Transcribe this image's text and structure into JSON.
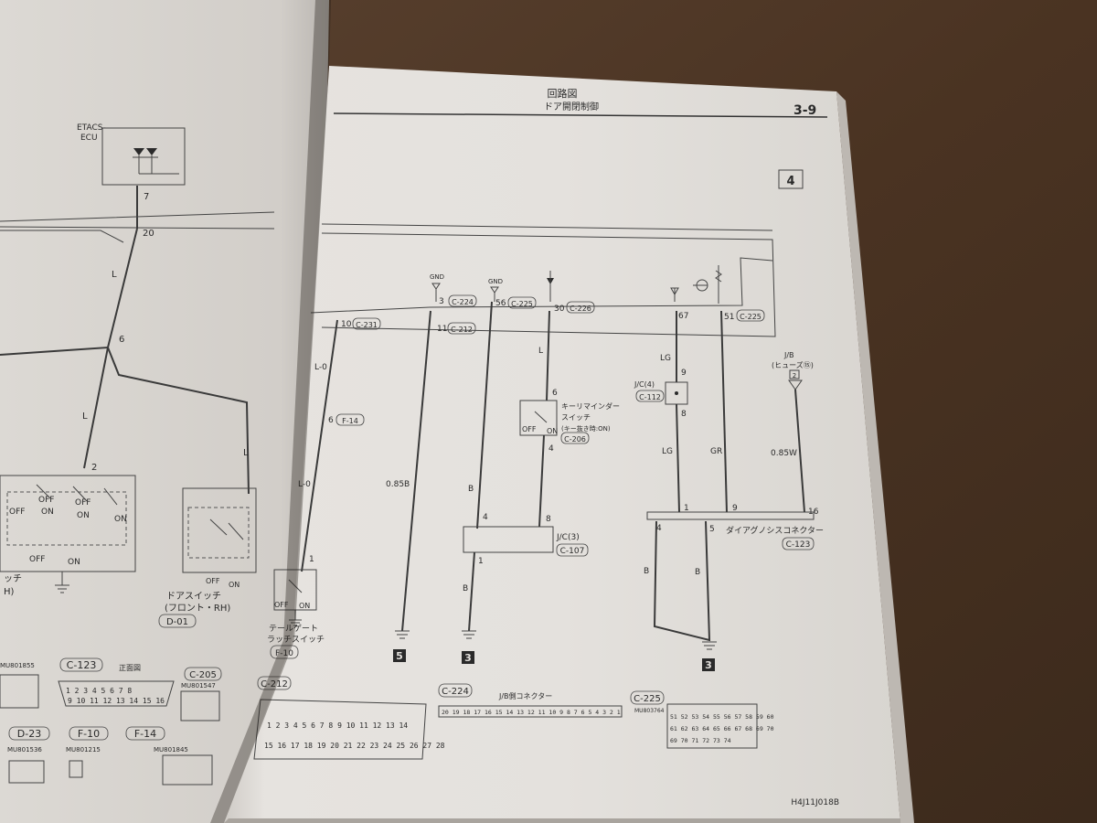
{
  "header": {
    "title": "回路図",
    "subtitle": "ドア開閉制御",
    "page_number": "3-9",
    "section_number": "4"
  },
  "ecu": {
    "label_line1": "ETACS-",
    "label_line2": "ECU"
  },
  "left_page": {
    "pins": {
      "p7": "7",
      "p20": "20",
      "p6": "6",
      "p2": "2"
    },
    "wires": {
      "w1": "L",
      "w2": "L",
      "w3": "L"
    },
    "switch": {
      "off1": "OFF",
      "on1": "ON",
      "off2": "OFF",
      "on2": "ON",
      "off3": "OFF",
      "on3": "ON",
      "off4": "OFF",
      "on4": "ON",
      "off5": "OFF",
      "on5": "ON"
    },
    "door_switch_label1": "ドアスイッチ",
    "door_switch_label2": "(フロント・RH)",
    "door_switch_code": "D-01",
    "partial_label1": "ッチ",
    "partial_label2": "H)",
    "bottom_codes": {
      "c123": "C-123",
      "c205": "C-205",
      "d23": "D-23",
      "f10": "F-10",
      "f14": "F-14"
    },
    "bottom_parts": {
      "p1": "MU801855",
      "p2": "MU801536",
      "p3": "MU801215",
      "p4": "MU801845",
      "p5": "MU801547"
    },
    "c123_caption": "正面図",
    "c123_row1": "1 2 3 4 5 6 7 8",
    "c123_row2": "9 10 11 12 13 14 15 16"
  },
  "right_page": {
    "gnd1": "GND",
    "gnd2": "GND",
    "pin_3": "3",
    "conn_c224": "C-224",
    "pin_56": "56",
    "conn_c225a": "C-225",
    "pin_30": "30",
    "conn_c226": "C-226",
    "pin_67": "67",
    "pin_51": "51",
    "conn_c225b": "C-225",
    "pin_10": "10",
    "conn_c231": "C-231",
    "pin_11": "11",
    "conn_c212": "C-212",
    "wire_L": "L",
    "wire_L0a": "L-0",
    "wire_L0b": "L-0",
    "pin_6a": "6",
    "conn_f14": "F-14",
    "key_switch_l1": "キーリマインダー",
    "key_switch_l2": "スイッチ",
    "key_switch_l3": "(キー抜き時:ON)",
    "key_off": "OFF",
    "key_on": "ON",
    "pin_6b": "6",
    "pin_4a": "4",
    "conn_c206": "C-206",
    "wire_085B": "0.85B",
    "wire_Ba": "B",
    "pin_4b": "4",
    "pin_8a": "8",
    "jc3": "J/C(3)",
    "conn_c107": "C-107",
    "pin_1a": "1",
    "wire_Bb": "B",
    "wire_LGa": "LG",
    "pin_9a": "9",
    "jc4": "J/C(4)",
    "conn_c112": "C-112",
    "pin_8b": "8",
    "wire_LGb": "LG",
    "wire_GR": "GR",
    "jb": "J/B",
    "fuse": "(ヒューズ⑮)",
    "fuse_pin": "2",
    "wire_085W": "0.85W",
    "pin_1b": "1",
    "pin_9b": "9",
    "pin_16": "16",
    "pin_4c": "4",
    "pin_5": "5",
    "diag_label": "ダイアグノシスコネクター",
    "conn_c123": "C-123",
    "wire_Bc": "B",
    "wire_Bd": "B",
    "tail_pin": "1",
    "tail_off": "OFF",
    "tail_on": "ON",
    "tail_l1": "テールゲート",
    "tail_l2": "ラッチスイッチ",
    "conn_f10": "F-10",
    "ground_5": "5",
    "ground_3a": "3",
    "ground_3b": "3",
    "bottom_c212": "C-212",
    "bottom_c224": "C-224",
    "bottom_c225": "C-225",
    "jb_side": "J/B側コネクター",
    "c225_part": "MU803764",
    "doc_id": "H4J11J018B",
    "c212_row1": "1 2 3 4 5 6 7 8 9 10 11 12 13 14",
    "c212_row2": "15 16 17 18 19 20 21 22 23 24 25 26 27 28",
    "c224_row": "20 19 18 17 16 15 14 13 12 11 10 9 8 7 6 5 4 3 2 1",
    "c225_row1": "51 52 53 54 55 56 57 58 59 60",
    "c225_row2": "61 62 63 64 65 66 67 68 69 70",
    "c225_row3": "69 70 71 72 73 74"
  }
}
